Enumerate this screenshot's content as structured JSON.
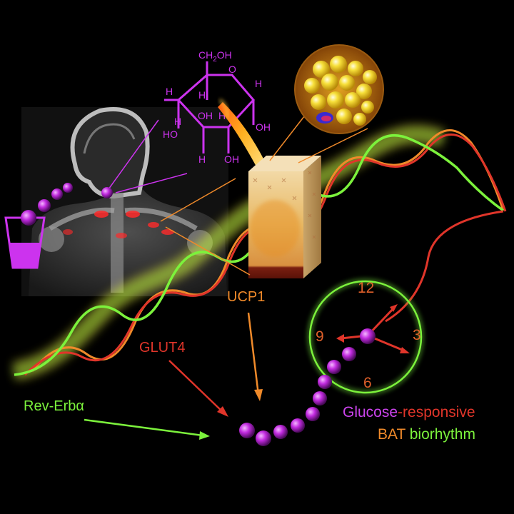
{
  "colors": {
    "background": "#000000",
    "green": "#7cf23c",
    "red": "#e0352a",
    "orange": "#f08a2a",
    "purple": "#cc33ee",
    "magenta_text": "#cc44ee",
    "glow": "#f4d43a"
  },
  "molecule": {
    "ch2oh": "CH",
    "sub2": "2",
    "oh_suffix": "OH",
    "ring_o": "O",
    "h": "H",
    "oh": "OH",
    "ho": "HO"
  },
  "labels": {
    "ucp1": "UCP1",
    "glut4": "GLUT4",
    "rev_erb": "Rev-Erbα"
  },
  "clock": {
    "n12": "12",
    "n3": "3",
    "n6": "6",
    "n9": "9"
  },
  "caption": {
    "glucose": "Glucose",
    "dash_responsive": "-responsive",
    "bat": "BAT",
    "biorhythm": " biorhythm"
  }
}
